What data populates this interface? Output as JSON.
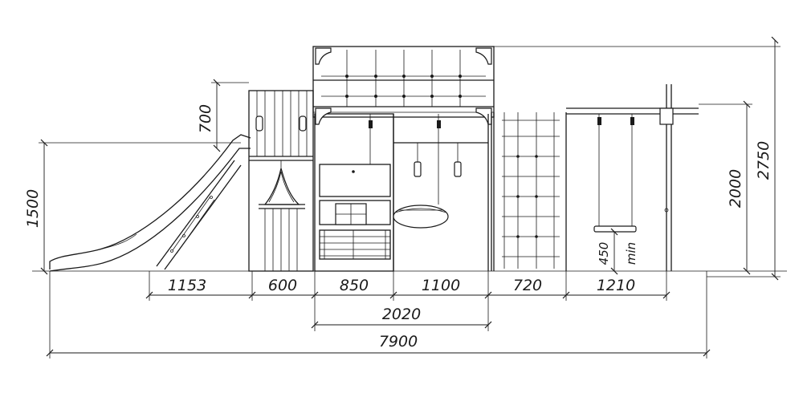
{
  "dimensions": {
    "slide_width": "1153",
    "tower_width": "600",
    "house_width": "850",
    "nest_swing_width": "1100",
    "climb_net_width": "720",
    "swing_width": "1210",
    "center_span": "2020",
    "total_length": "7900",
    "slide_height": "1500",
    "tower_roof_height": "700",
    "beam_height": "2000",
    "total_height": "2750",
    "seat_height": "450",
    "seat_height_note": "min"
  }
}
